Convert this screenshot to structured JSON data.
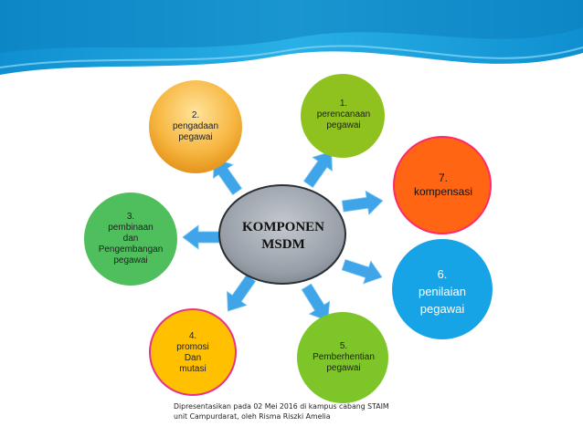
{
  "center": {
    "lines": [
      "KOMPONEN",
      "MSDM"
    ]
  },
  "nodes": [
    {
      "id": "pengadaan",
      "lines": [
        "2.",
        "pengadaan",
        "pegawai"
      ]
    },
    {
      "id": "perencanaan",
      "lines": [
        "1.",
        "perencanaan",
        "pegawai"
      ]
    },
    {
      "id": "kompensasi",
      "lines": [
        "7.",
        "kompensasi"
      ]
    },
    {
      "id": "pembinaan",
      "lines": [
        "3.",
        "pembinaan",
        "dan",
        "Pengembangan",
        "pegawai"
      ]
    },
    {
      "id": "penilaian",
      "lines": [
        "6.",
        "penilaian",
        "pegawai"
      ]
    },
    {
      "id": "promosi",
      "lines": [
        "4.",
        "promosi",
        "Dan",
        "mutasi"
      ]
    },
    {
      "id": "pemberhentian",
      "lines": [
        "5.",
        "Pemberhentian",
        "pegawai"
      ]
    }
  ],
  "caption": {
    "line1": "Dipresentasikan pada 02 Mei 2016 di kampus cabang STAIM",
    "line2": "unit Campurdarat, oleh Risma Riszki Amelia"
  },
  "colors": {
    "header_band": "#1aa3dc",
    "header_band_light": "#5cc4ee",
    "arrow_fill": "#3fa5e8",
    "node_pengadaan": "#f4a82b",
    "node_perencanaan": "#8fc21f",
    "node_kompensasi": "#ff6512",
    "node_pembinaan": "#4fbf5e",
    "node_penilaian": "#16a4e6",
    "node_promosi": "#ffc000",
    "node_pemberhentian": "#7ec52a",
    "center_fill": "#8c939c"
  }
}
